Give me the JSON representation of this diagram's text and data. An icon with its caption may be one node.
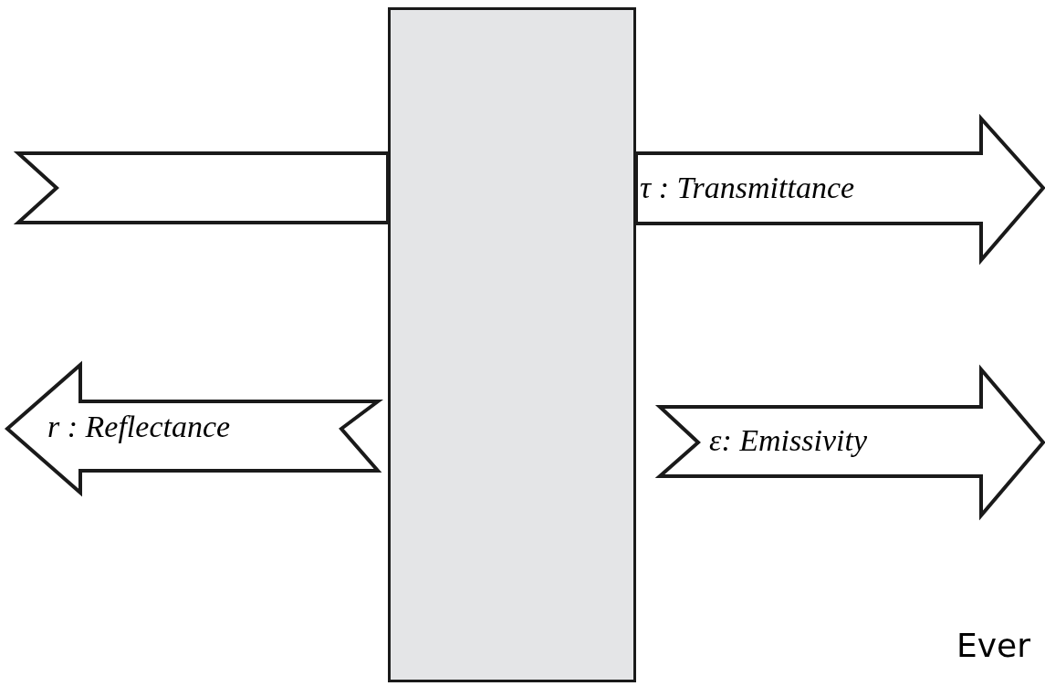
{
  "diagram": {
    "nodes": [
      {
        "text": [],
        "shape": "arrow"
      },
      {
        "text": [],
        "shape": "box"
      },
      {
        "text": [
          "τ : Transmittance"
        ]
      },
      {
        "text": [
          "r : Reflectance"
        ]
      },
      {
        "text": [
          "ε: Emissivity"
        ]
      }
    ],
    "labels": [
      "Ever"
    ]
  }
}
